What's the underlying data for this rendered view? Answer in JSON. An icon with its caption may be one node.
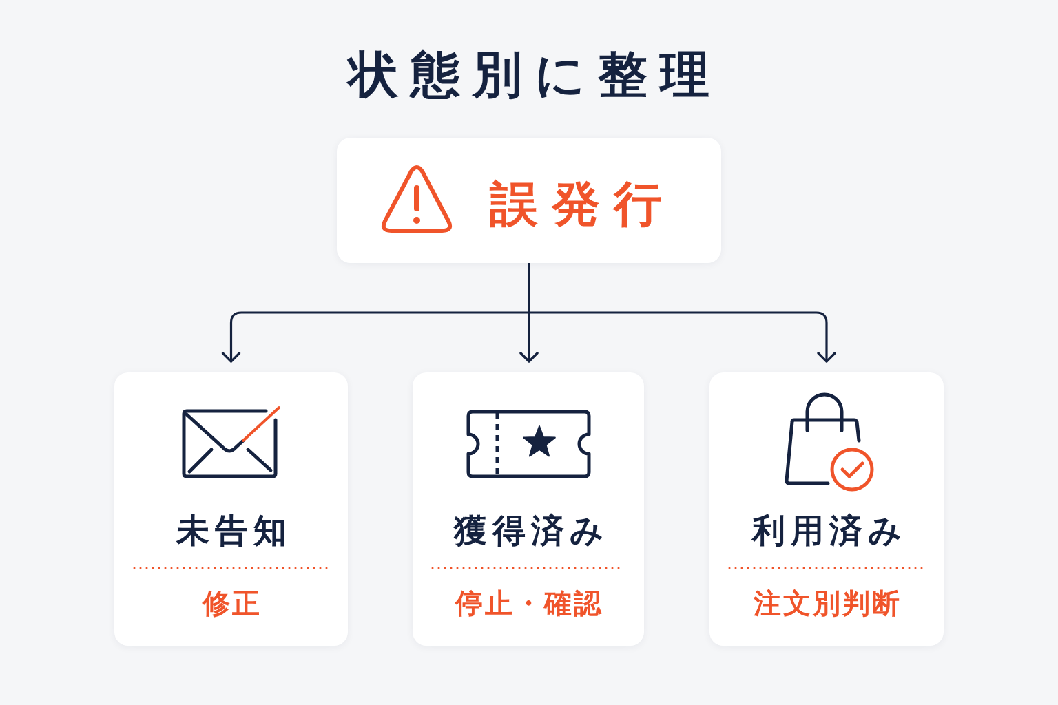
{
  "diagram": {
    "title": "状態別に整理",
    "nodes": [
      {
        "text": [
          "誤発行"
        ]
      },
      {
        "text": [
          "未告知",
          "修正"
        ]
      },
      {
        "text": [
          "獲得済み",
          "停止・確認"
        ]
      },
      {
        "text": [
          "利用済み",
          "注文別判断"
        ]
      }
    ],
    "edges": [
      {
        "from": 0,
        "to": 1,
        "arrow": "to"
      },
      {
        "from": 0,
        "to": 2,
        "arrow": "to"
      },
      {
        "from": 0,
        "to": 3,
        "arrow": "to"
      }
    ]
  }
}
